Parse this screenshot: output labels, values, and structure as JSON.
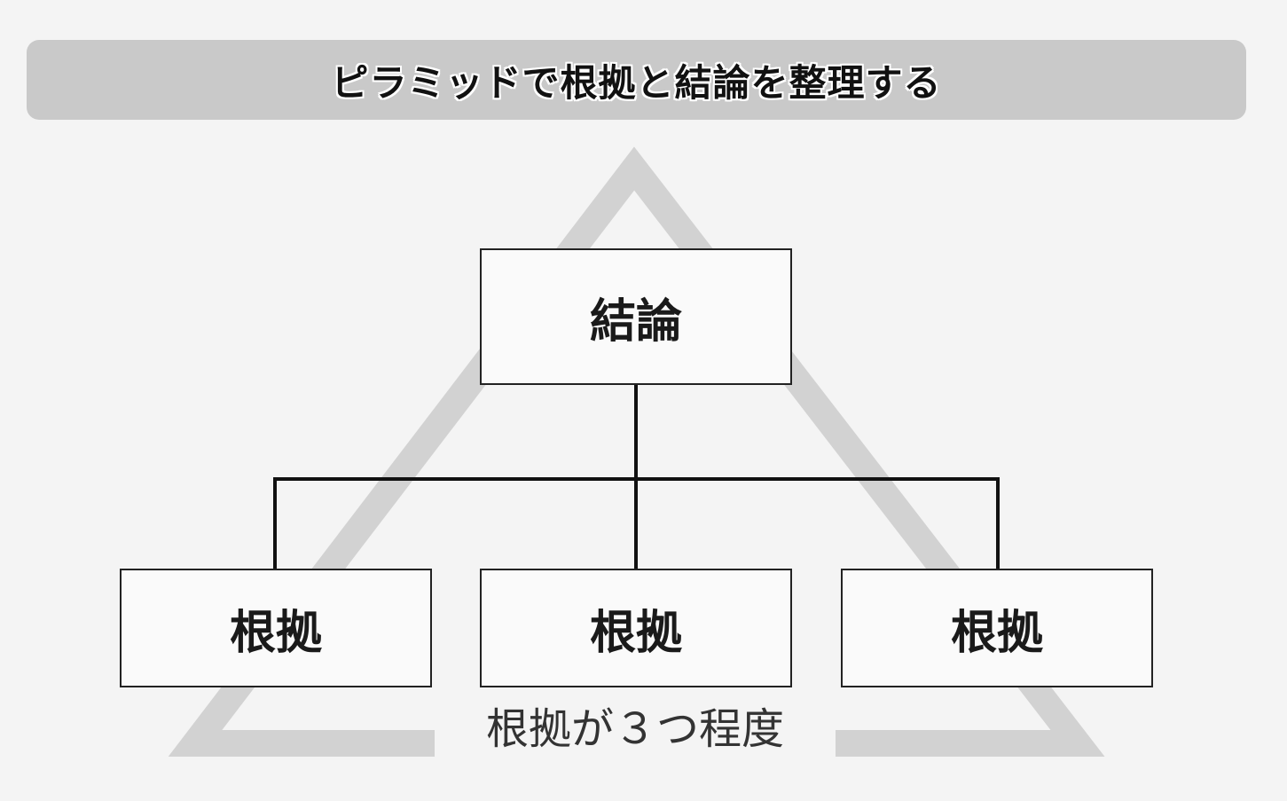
{
  "title": "ピラミッドで根拠と結論を整理する",
  "nodes": {
    "conclusion": "結論",
    "reasons": [
      "根拠",
      "根拠",
      "根拠"
    ]
  },
  "caption": "根拠が３つ程度",
  "colors": {
    "background": "#f4f4f4",
    "title_bar": "#c9c9c9",
    "pyramid": "#d2d2d2",
    "box_border": "#222222",
    "connector": "#111111"
  }
}
